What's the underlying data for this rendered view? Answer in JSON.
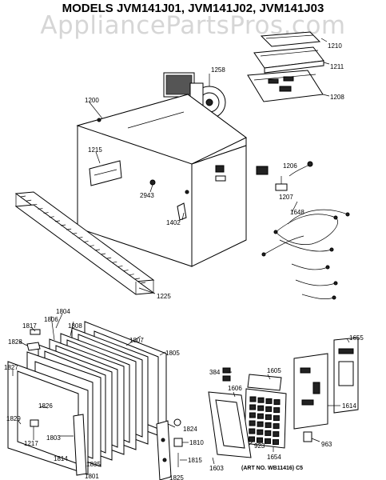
{
  "header": {
    "title": "MODELS JVM141J01, JVM141J02, JVM141J03",
    "watermark": "AppliancePartsPros.com"
  },
  "footer": {
    "art_number": "(ART NO. WB11416) C5"
  },
  "part_labels": {
    "p1210": "1210",
    "p1211": "1211",
    "p1208": "1208",
    "p1258": "1258",
    "p1200": "1200",
    "p1215": "1215",
    "p1206": "1206",
    "p1207": "1207",
    "p2943": "2943",
    "p1402": "1402",
    "p1648": "1648",
    "p1225": "1225",
    "p1817": "1817",
    "p1806": "1806",
    "p1804": "1804",
    "p1808": "1808",
    "p1807": "1807",
    "p1805": "1805",
    "p1828": "1828",
    "p1827": "1827",
    "p1826": "1826",
    "p1829": "1829",
    "p1217": "1217",
    "p1803": "1803",
    "p1814": "1814",
    "p1835": "1835",
    "p1801": "1801",
    "p1824": "1824",
    "p1810": "1810",
    "p1815": "1815",
    "p1825": "1825",
    "p384": "384",
    "p1605": "1605",
    "p1606": "1606",
    "p1655": "1655",
    "p1614": "1614",
    "p1603": "1603",
    "p923": "923",
    "p1654": "1654",
    "p963": "963"
  }
}
